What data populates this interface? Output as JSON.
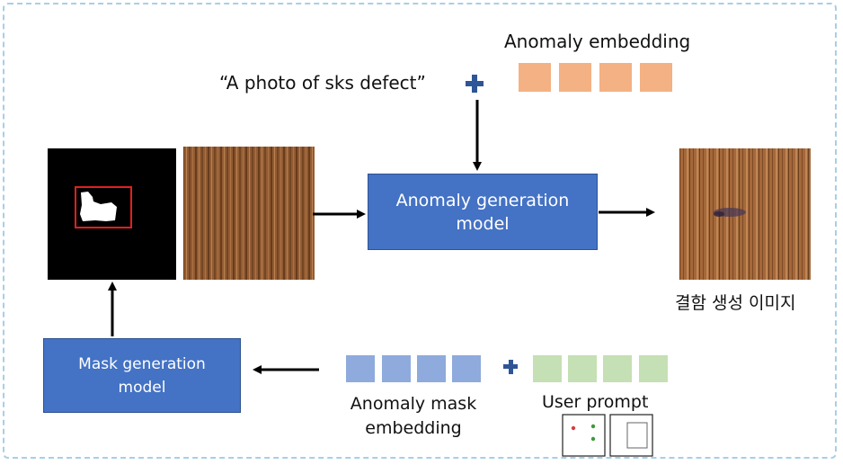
{
  "prompt_text": "“A photo of sks defect”",
  "anomaly_embedding_label": "Anomaly embedding",
  "anomaly_generation_model": {
    "line1": "Anomaly generation",
    "line2": "model"
  },
  "mask_generation_model": {
    "line1": "Mask generation",
    "line2": "model"
  },
  "output_label": "결함 생성 이미지",
  "anomaly_mask_embedding_label": {
    "line1": "Anomaly mask",
    "line2": "embedding"
  },
  "user_prompt_label": "User prompt",
  "colors": {
    "frame_border": "#a8cfe6",
    "model_box": "#4472c4",
    "anomaly_embedding": "#f4b183",
    "anomaly_mask_embedding": "#8faadc",
    "user_prompt_embedding": "#c5e0b4",
    "plus_icon": "#2f5597",
    "mask_bbox": "#e02020"
  },
  "icons": [
    "plus-icon",
    "arrow-icon",
    "mask-image",
    "wood-texture-image",
    "defect-wood-image",
    "point-prompt-icon",
    "box-prompt-icon"
  ]
}
